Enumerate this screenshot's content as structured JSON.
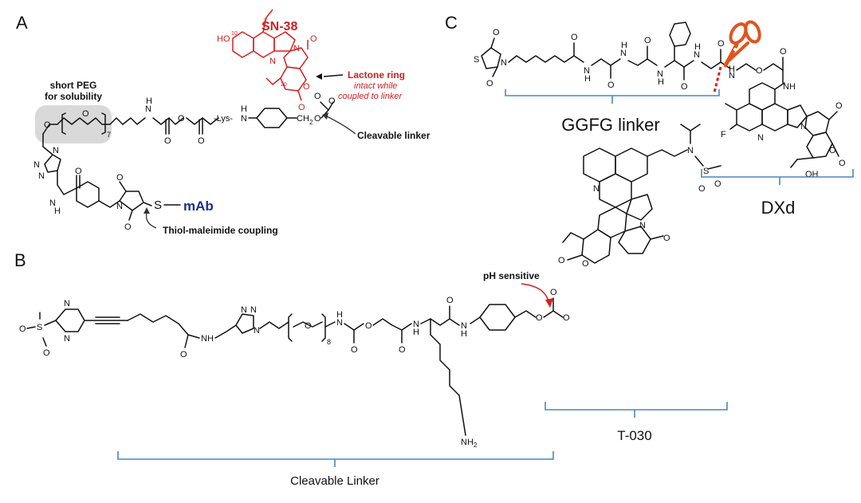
{
  "panels": {
    "a": {
      "letter": "A",
      "drug_name": "SN-38",
      "peg_label_line1": "short PEG",
      "peg_label_line2": "for solubility",
      "peg_repeat": "7",
      "lys_label": "-Lys-",
      "lactone_title": "Lactone ring",
      "lactone_line1": "intact while",
      "lactone_line2": "coupled to linker",
      "cleavable_label": "Cleavable linker",
      "coupling_label": "Thiol-maleimide coupling",
      "antibody_label": "mAb",
      "s_label": "S",
      "pos7": "7",
      "pos10": "10",
      "pos20": "20",
      "ho_label": "HO"
    },
    "b": {
      "letter": "B",
      "ph_label": "pH sensitive",
      "linker_label": "Cleavable Linker",
      "payload_label": "T-030",
      "peg_repeat": "8",
      "nh2_label": "NH",
      "nh2_sub": "2"
    },
    "c": {
      "letter": "C",
      "linker_label": "GGFG linker",
      "payload_label": "DXd",
      "f_label": "F",
      "oh_label": "OH"
    }
  },
  "colors": {
    "drug_red": "#d32020",
    "mab_blue": "#1f2e8c",
    "bracket_blue": "#4a86c5",
    "peg_box": "#d9d9d9",
    "scissors": "#e2541b"
  }
}
